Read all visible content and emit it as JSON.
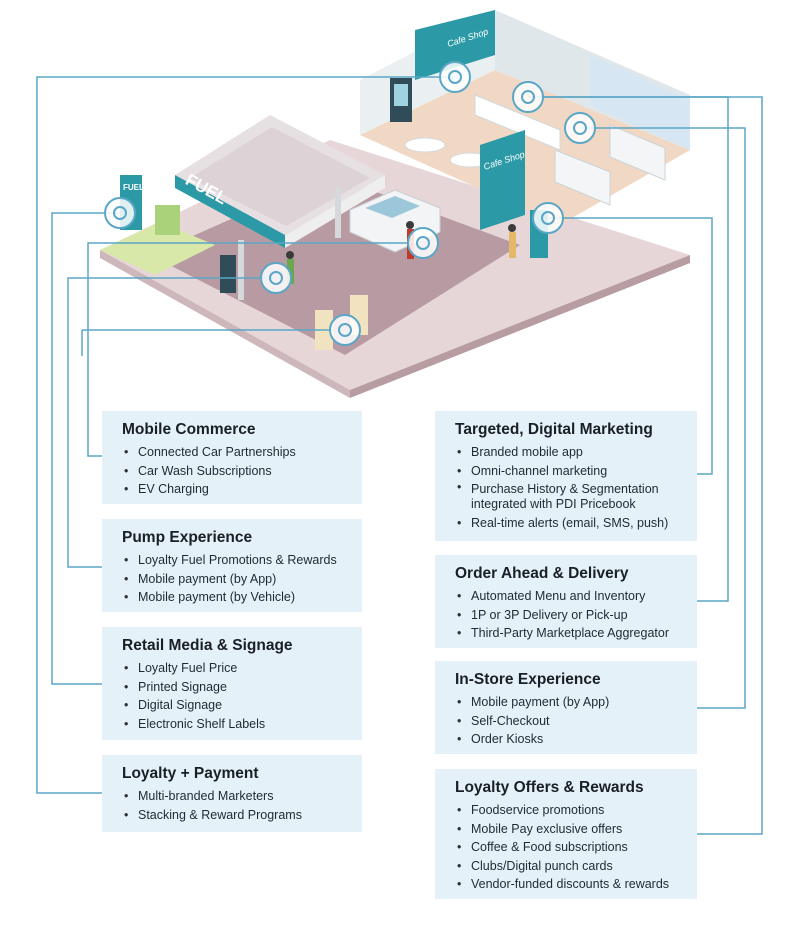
{
  "diagram": {
    "building_signs": {
      "fuel_canopy": "FUEL",
      "fuel_pylon": "FUEL",
      "cafe_wall": "Cafe Shop",
      "cafe_side": "Cafe Shop"
    },
    "colors": {
      "connector": "#5aa6c6",
      "card_bg": "#e4f1f8",
      "teal": "#2c9aa6",
      "floor": "#c9a9ae",
      "wall": "#e8eef0"
    },
    "left_cards": [
      {
        "title": "Mobile Commerce",
        "items": [
          "Connected Car Partnerships",
          "Car Wash Subscriptions",
          "EV Charging"
        ]
      },
      {
        "title": "Pump Experience",
        "items": [
          "Loyalty Fuel Promotions & Rewards",
          "Mobile payment (by App)",
          "Mobile payment (by Vehicle)"
        ]
      },
      {
        "title": "Retail Media & Signage",
        "items": [
          "Loyalty Fuel Price",
          "Printed Signage",
          "Digital Signage",
          "Electronic Shelf Labels"
        ]
      },
      {
        "title": "Loyalty + Payment",
        "items": [
          "Multi-branded Marketers",
          "Stacking & Reward Programs"
        ]
      }
    ],
    "right_cards": [
      {
        "title": "Targeted, Digital Marketing",
        "items": [
          "Branded mobile app",
          "Omni-channel marketing",
          "Purchase History & Segmentation integrated with PDI Pricebook",
          "Real-time alerts (email, SMS, push)"
        ]
      },
      {
        "title": "Order Ahead & Delivery",
        "items": [
          "Automated Menu and Inventory",
          "1P or 3P Delivery or Pick-up",
          "Third-Party Marketplace Aggregator"
        ]
      },
      {
        "title": "In-Store Experience",
        "items": [
          "Mobile payment (by App)",
          "Self-Checkout",
          "Order Kiosks"
        ]
      },
      {
        "title": "Loyalty Offers & Rewards",
        "items": [
          "Foodservice promotions",
          "Mobile Pay exclusive offers",
          "Coffee & Food subscriptions",
          "Clubs/Digital punch cards",
          "Vendor-funded discounts & rewards"
        ]
      }
    ]
  }
}
